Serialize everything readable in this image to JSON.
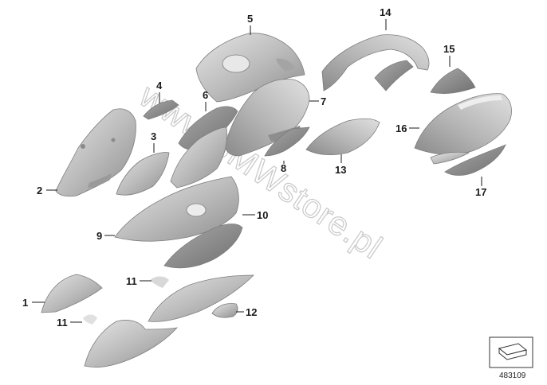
{
  "diagram": {
    "watermark": "www.BMWstore.pl",
    "diagram_id": "483109",
    "callouts": [
      "1",
      "2",
      "3",
      "4",
      "5",
      "6",
      "7",
      "8",
      "9",
      "10",
      "11",
      "11",
      "12",
      "13",
      "14",
      "15",
      "16",
      "17"
    ],
    "colors": {
      "part_fill": "#bcbcbc",
      "part_shadow": "#9a9a9a",
      "part_light": "#e2e2e2",
      "text": "#1a1a1a"
    }
  }
}
